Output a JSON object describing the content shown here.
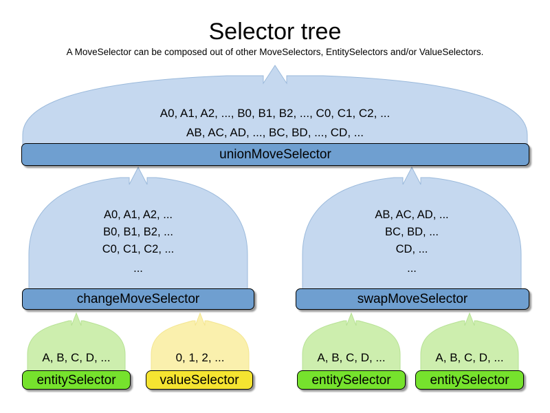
{
  "header": {
    "title": "Selector tree",
    "subtitle": "A MoveSelector can be composed out of other MoveSelectors, EntitySelectors and/or ValueSelectors."
  },
  "colors": {
    "move_dome_fill": "#c5d8ef",
    "move_dome_stroke": "#9ab9db",
    "move_bar_fill": "#6f9fd0",
    "entity_dome_fill": "#cdeeae",
    "entity_dome_stroke": "#b6e194",
    "entity_bar_fill": "#76e22d",
    "value_dome_fill": "#faf0ad",
    "value_dome_stroke": "#f3e58f",
    "value_bar_fill": "#f5e431",
    "outline": "#000000",
    "background": "#ffffff"
  },
  "tree": {
    "root": {
      "label": "unionMoveSelector",
      "kind": "move-selector",
      "output_lines": [
        "A0, A1, A2, ..., B0, B1, B2, ..., C0, C1, C2, ...",
        "AB, AC, AD, ..., BC, BD, ..., CD, ..."
      ]
    },
    "level2": [
      {
        "label": "changeMoveSelector",
        "kind": "move-selector",
        "output_lines": [
          "A0, A1, A2, ...",
          "B0, B1, B2, ...",
          "C0, C1, C2, ...",
          "..."
        ]
      },
      {
        "label": "swapMoveSelector",
        "kind": "move-selector",
        "output_lines": [
          "AB, AC, AD, ...",
          "BC, BD, ...",
          "CD, ...",
          "..."
        ]
      }
    ],
    "leaves": [
      {
        "label": "entitySelector",
        "kind": "entity-selector",
        "output_lines": [
          "A, B, C, D, ..."
        ]
      },
      {
        "label": "valueSelector",
        "kind": "value-selector",
        "output_lines": [
          "0, 1, 2, ..."
        ]
      },
      {
        "label": "entitySelector",
        "kind": "entity-selector",
        "output_lines": [
          "A, B, C, D, ..."
        ]
      },
      {
        "label": "entitySelector",
        "kind": "entity-selector",
        "output_lines": [
          "A, B, C, D, ..."
        ]
      }
    ]
  }
}
